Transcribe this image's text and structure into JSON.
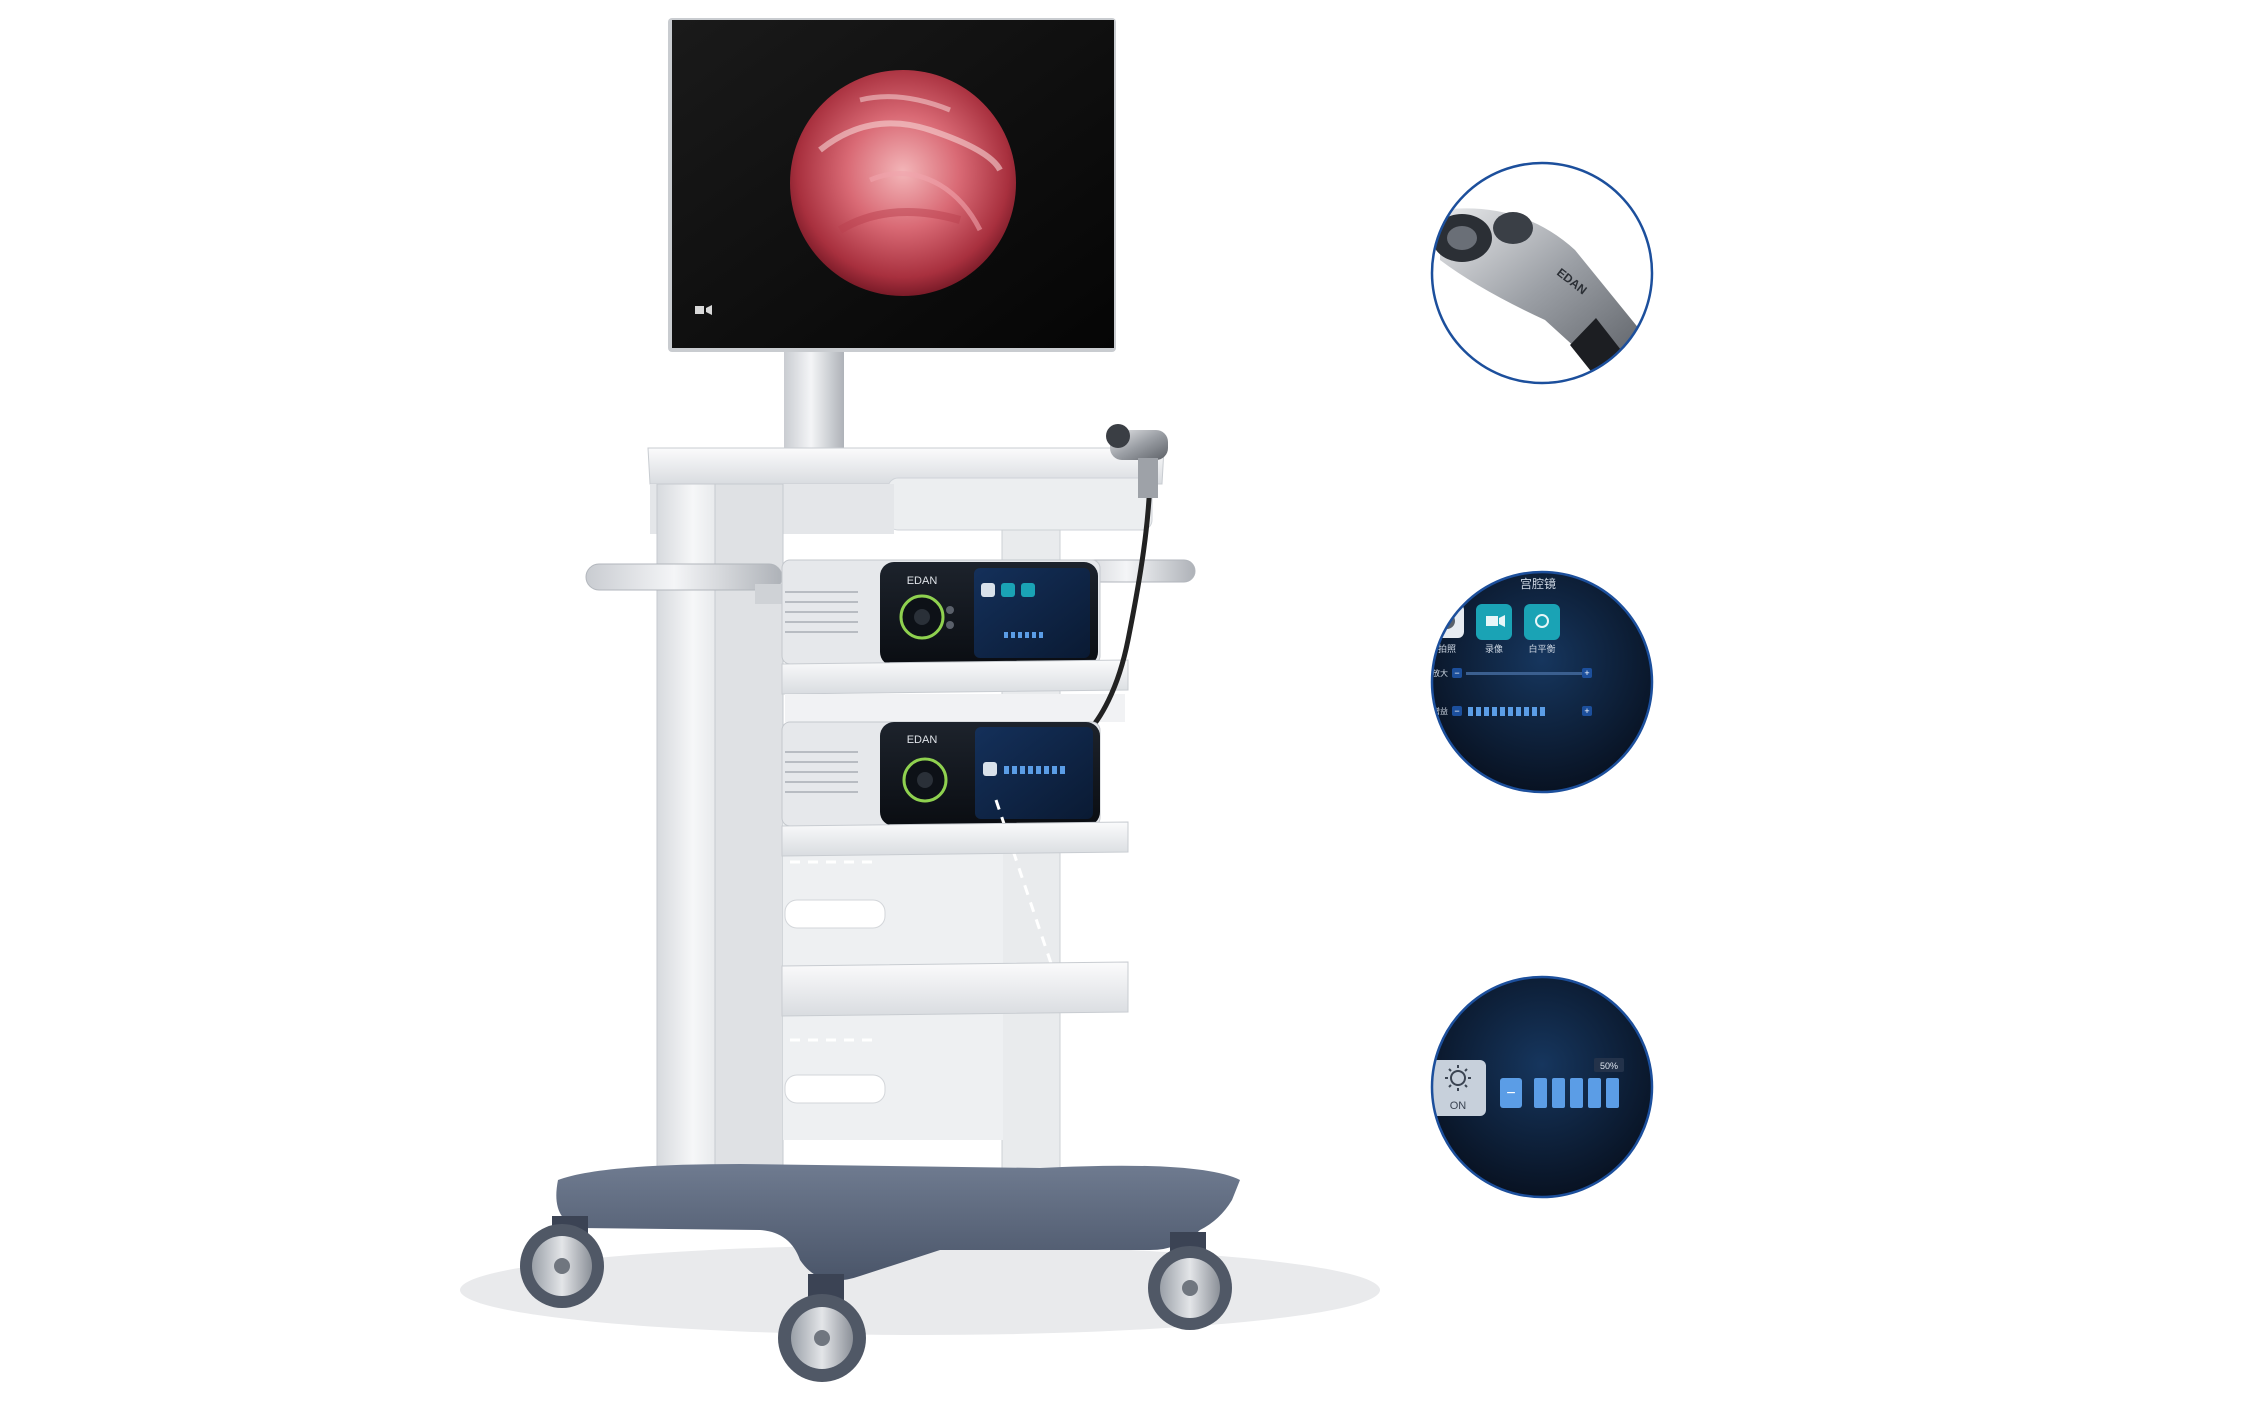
{
  "brand": {
    "camera_host_label": "EDAN",
    "light_source_label": "EDAN",
    "camera_head_label": "EDAN"
  },
  "main_screen_ui": {
    "title": "宫腔镜",
    "tiles": [
      {
        "label": "拍照",
        "icon": "camera-photo-icon"
      },
      {
        "label": "录像",
        "icon": "video-record-icon"
      },
      {
        "label": "白平衡",
        "icon": "white-balance-icon"
      }
    ],
    "row_labels": [
      "电子放大",
      "白光增益"
    ],
    "minus": "−",
    "plus": "+"
  },
  "light_ui": {
    "toggle_label": "ON",
    "percent": "50%",
    "minus": "−",
    "level_fraction": 0.5,
    "icon": "sun-icon"
  },
  "colors": {
    "accent_blue": "#1c4f9c",
    "screen_dark": "#0b1626",
    "tile_teal": "#1aa3b5",
    "cart_base": "#5d6a80",
    "bar_blue": "#5b9de6"
  }
}
